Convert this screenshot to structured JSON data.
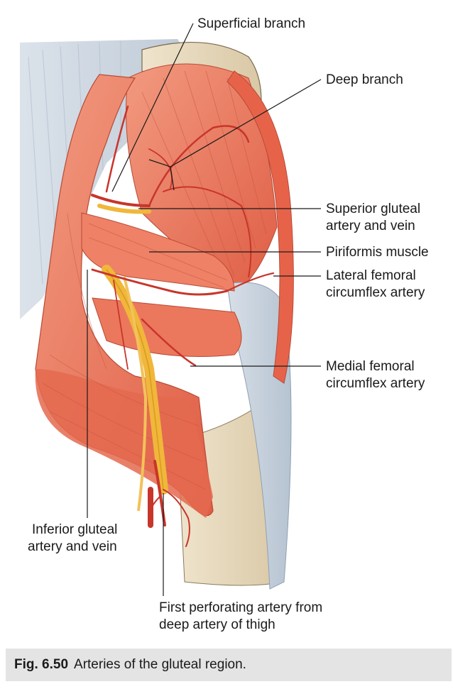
{
  "labels": {
    "superficial_branch": "Superficial branch",
    "deep_branch": "Deep branch",
    "superior_gluteal_1": "Superior gluteal",
    "superior_gluteal_2": "artery and vein",
    "piriformis": "Piriformis muscle",
    "lateral_femoral_1": "Lateral femoral",
    "lateral_femoral_2": "circumflex artery",
    "medial_femoral_1": "Medial femoral",
    "medial_femoral_2": "circumflex artery",
    "inferior_gluteal_1": "Inferior gluteal",
    "inferior_gluteal_2": "artery and vein",
    "first_perforating_1": "First perforating artery from",
    "first_perforating_2": "deep artery of thigh"
  },
  "caption": {
    "figure_number": "Fig. 6.50",
    "text": "Arteries of the gluteal region."
  },
  "colors": {
    "muscle": "#e8735a",
    "muscle_light": "#f2a58f",
    "ligament": "#c9d3de",
    "bone": "#e9dcc2",
    "artery": "#c8352b",
    "nerve": "#f0b73a",
    "leader_line": "#1a1a1a",
    "caption_bg": "#e4e4e4"
  }
}
